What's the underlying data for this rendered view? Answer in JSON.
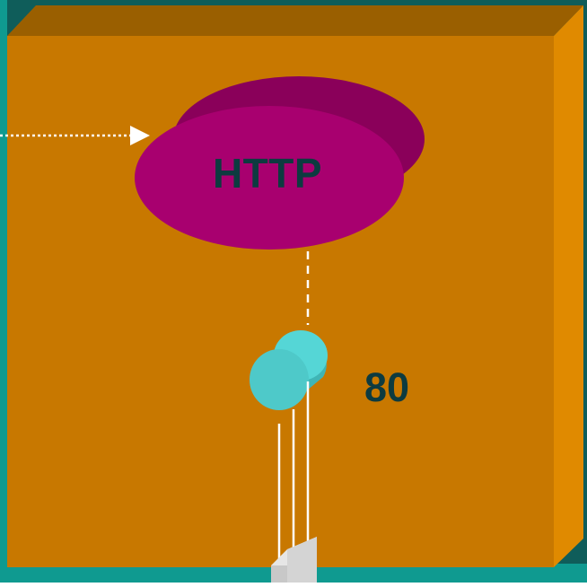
{
  "diagram": {
    "service_label": "HTTP",
    "port_label": "80",
    "colors": {
      "background": "#0f5d5a",
      "floor": "#0f9a90",
      "box_front": "#c87800",
      "box_top": "#9a5f00",
      "box_side": "#e08a00",
      "ellipse_fill": "#a8006f",
      "ellipse_shadow": "#8a005a",
      "port_cylinder": "#4ec9c9",
      "label_text": "#0d3b40",
      "connector_lines": "#ffffff"
    },
    "icons": {
      "arrow": "arrow-right-icon",
      "service": "http-service-ellipse",
      "port": "port-cylinder-icon",
      "cable": "network-cable-icon"
    }
  }
}
